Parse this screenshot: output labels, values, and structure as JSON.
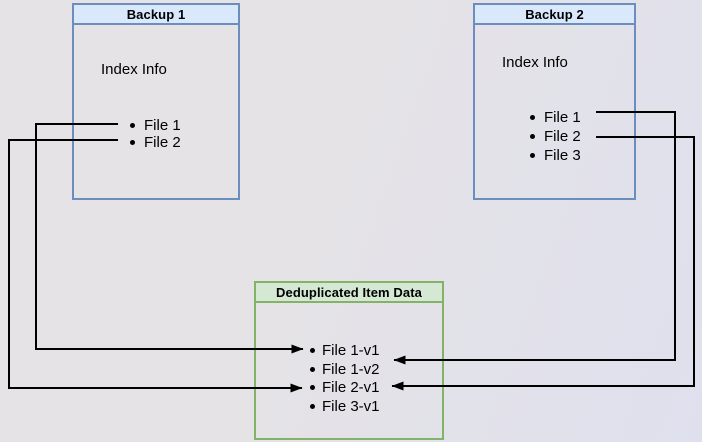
{
  "diagram": {
    "backup1": {
      "title": "Backup 1",
      "label": "Index Info",
      "items": [
        "File 1",
        "File 2"
      ]
    },
    "backup2": {
      "title": "Backup 2",
      "label": "Index Info",
      "items": [
        "File 1",
        "File 2",
        "File 3"
      ]
    },
    "dedup": {
      "title": "Deduplicated Item Data",
      "items": [
        "File 1-v1",
        "File 1-v2",
        "File 2-v1",
        "File 3-v1"
      ]
    },
    "connections": [
      {
        "from": "Backup 1 / File 1",
        "to": "File 1-v1"
      },
      {
        "from": "Backup 1 / File 2",
        "to": "File 2-v1"
      },
      {
        "from": "Backup 2 / File 1",
        "to": "File 1-v2"
      },
      {
        "from": "Backup 2 / File 2",
        "to": "File 2-v1"
      }
    ]
  },
  "colors": {
    "background_left": "#e5e3e6",
    "background_right": "#dfe0ee",
    "blue_box_border": "#6c8ebf",
    "blue_header_fill": "#dae8fc",
    "green_box_border": "#82b366",
    "green_header_fill": "#d5e8d4",
    "connector": "#000000",
    "text": "#000000"
  }
}
